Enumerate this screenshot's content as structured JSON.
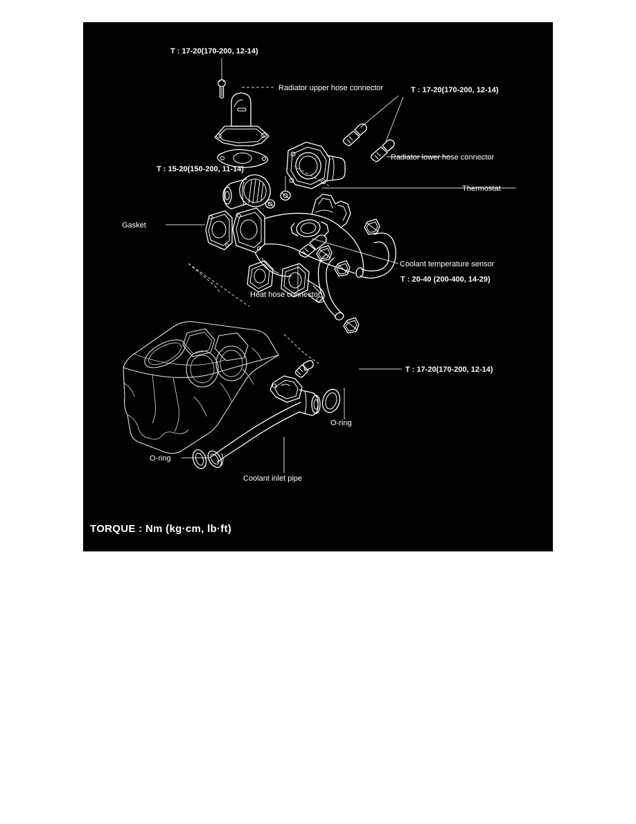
{
  "figure": {
    "title": "Coolant system exploded view",
    "background_color": "#000000",
    "page_background": "#ffffff",
    "line_color": "#ffffff",
    "caption": "TORQUE : Nm (kg·cm, lb·ft)"
  },
  "torque_specs": {
    "upper_hose_bolt": "T : 17-20(170-200, 12-14)",
    "lower_hose_bolts": "T : 17-20(170-200, 12-14)",
    "housing_nuts": "T : 15-20(150-200, 11-14)",
    "temperature_sensor": "T : 20-40 (200-400, 14-29)",
    "inlet_pipe_bolt": "T : 17-20(170-200, 12-14)"
  },
  "parts": {
    "radiator_upper_hose_connector": "Radiator upper hose connector",
    "radiator_lower_hose_connector": "Radiator lower hose connector",
    "thermostat": "Thermostat",
    "gasket": "Gasket",
    "heat_hose_connector": "Heat hose connector",
    "coolant_temperature_sensor": "Coolant temperature sensor",
    "coolant_inlet_pipe": "Coolant inlet pipe",
    "o_ring_left": "O-ring",
    "o_ring_right": "O-ring"
  }
}
